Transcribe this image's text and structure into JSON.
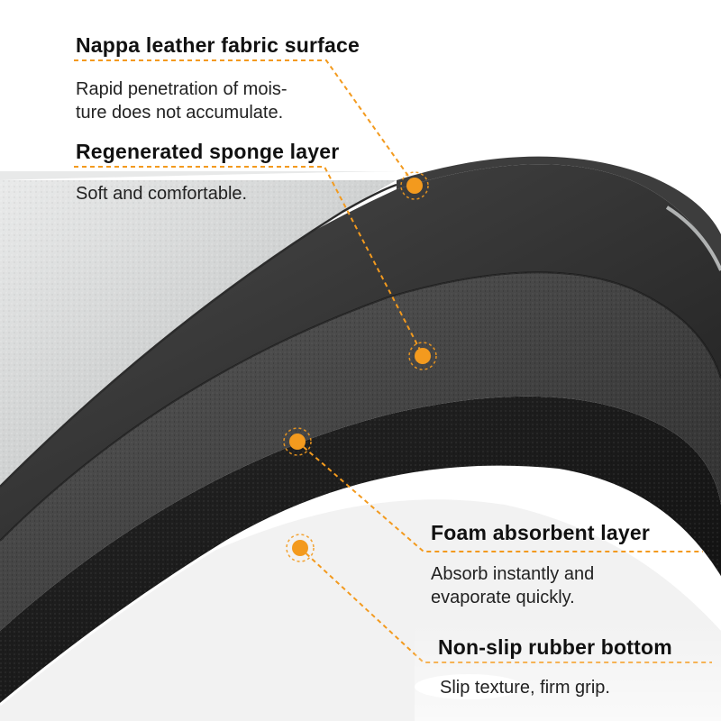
{
  "layers": [
    {
      "title": "Nappa leather fabric surface",
      "description_line1": "Rapid penetration of mois-",
      "description_line2": "ture does not accumulate."
    },
    {
      "title": "Regenerated sponge layer",
      "description_line1": "Soft and comfortable."
    },
    {
      "title": "Foam absorbent layer",
      "description_line1": "Absorb instantly and",
      "description_line2": "evaporate quickly."
    },
    {
      "title": "Non-slip rubber bottom",
      "description_line1": "Slip texture, firm grip."
    }
  ],
  "colors": {
    "callout_accent": "#f39a1e",
    "leather_surface": "#d4d6d6",
    "sponge_layer": "#2b2b2b",
    "foam_layer": "#3a3a3a",
    "rubber_bottom": "#1c1c1c"
  }
}
